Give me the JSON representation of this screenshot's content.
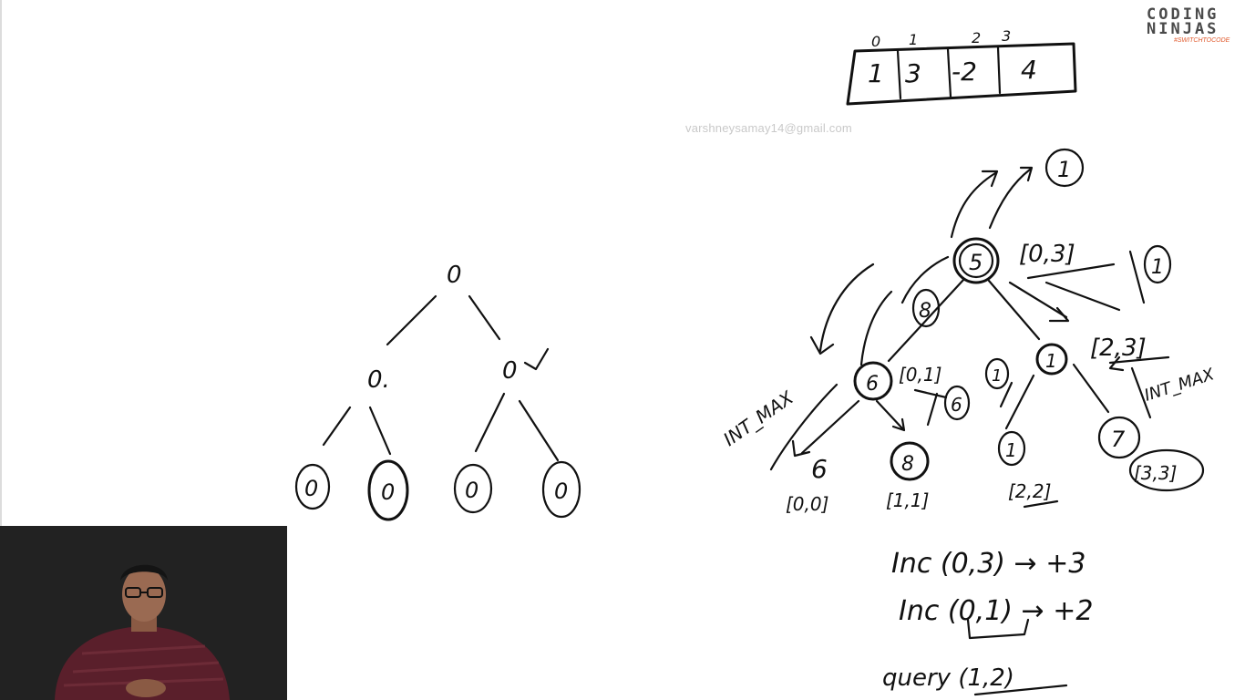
{
  "watermark": "varshneysamay14@gmail.com",
  "logo": {
    "line1": "CODING",
    "line2": "NINJAS",
    "tagline": "#SWITCHTOCODE"
  },
  "array": {
    "indices": [
      "0",
      "1",
      "2",
      "3"
    ],
    "values": [
      "1",
      "3",
      "-2",
      "4"
    ]
  },
  "left_tree": {
    "root": "0",
    "level1": [
      "0.",
      "0"
    ],
    "leaves": [
      "0",
      "0",
      "0",
      "0"
    ]
  },
  "right_tree": {
    "top_node": "1",
    "root_value": "5",
    "root_range": "[0,3]",
    "root_side": "1",
    "left_edge": "8",
    "left_value": "6",
    "left_range": "[0,1]",
    "left_side": "6",
    "right_value": "1",
    "right_range": "[2,3]",
    "right_side": "1",
    "int_max_left": "INT_MAX",
    "int_max_right": "INT_MAX",
    "leaves": [
      {
        "value": "6",
        "range": "[0,0]"
      },
      {
        "value": "8",
        "range": "[1,1]"
      },
      {
        "value": "1",
        "range": "[2,2]"
      },
      {
        "value": "7",
        "range": "[3,3]"
      }
    ]
  },
  "operations": [
    "Inc (0,3) → +3",
    "Inc (0,1) → +2",
    "query (1,2)"
  ],
  "webcam": {
    "label": "presenter"
  }
}
